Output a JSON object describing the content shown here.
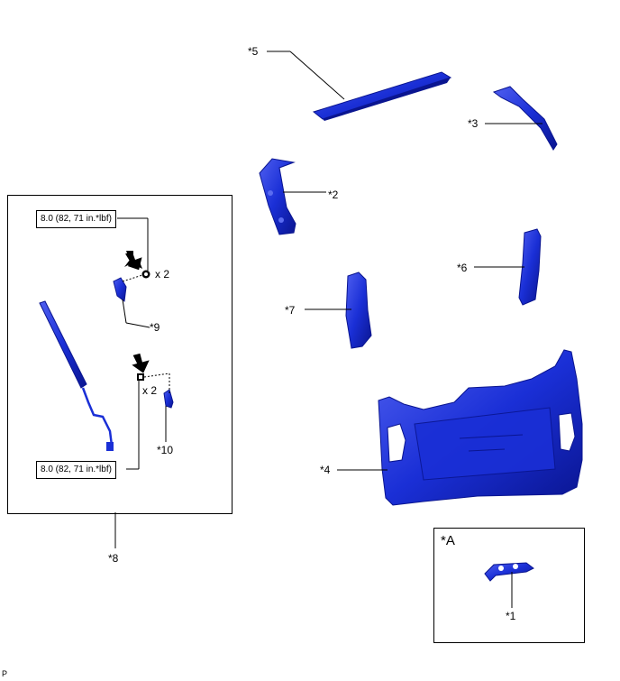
{
  "callouts": {
    "c1": "*1",
    "c2": "*2",
    "c3": "*3",
    "c4": "*4",
    "c5": "*5",
    "c6": "*6",
    "c7": "*7",
    "c8": "*8",
    "c9": "*9",
    "c10": "*10"
  },
  "inset_label": "*A",
  "torque_spec": "8.0 (82, 71 in.*lbf)",
  "quantity": "x 2",
  "corner_note": "P",
  "colors": {
    "part_fill": "#1a2fd6",
    "part_dark": "#0a1590",
    "part_light": "#5b6cf0",
    "line": "#000000"
  },
  "icons": [
    "arrow-down-icon",
    "bolt-icon"
  ]
}
